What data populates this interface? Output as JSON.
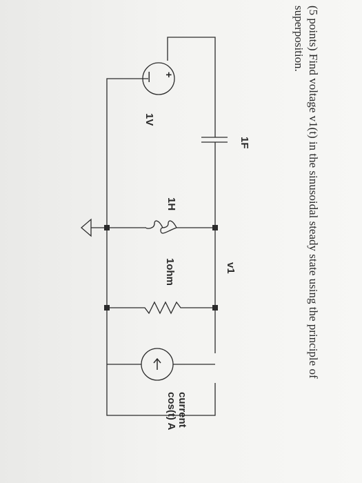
{
  "problem": {
    "line1": "(5 points) Find voltage v1(t) in the sinusoidal steady state using the principle of",
    "line2": "superposition."
  },
  "circuit": {
    "voltage_source": {
      "label": "1V",
      "plus": "+",
      "minus": "—"
    },
    "capacitor": {
      "label": "1F"
    },
    "inductor": {
      "label": "1H"
    },
    "resistor": {
      "label": "1ohm"
    },
    "node": {
      "label": "v1"
    },
    "current_source": {
      "label_line1": "current",
      "label_line2": "cos(t) A"
    }
  },
  "colors": {
    "ink": "#2b2b2b",
    "paper": "#f3f3f1"
  }
}
